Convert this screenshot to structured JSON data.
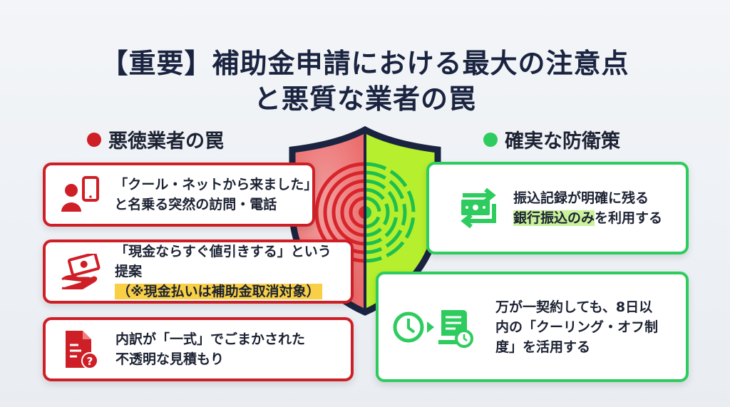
{
  "title": {
    "line1": "【重要】補助金申請における最大の注意点",
    "line2": "と悪質な業者の罠"
  },
  "left": {
    "heading": "悪徳業者の罠",
    "color": "#cf1f26",
    "cards": [
      {
        "icon": "person-phone-icon",
        "line1": "「クール・ネットから来ました」",
        "line2": "と名乗る突然の訪問・電話"
      },
      {
        "icon": "cash-hand-icon",
        "line1": "「現金ならすぐ値引きする」という",
        "line2": "提案",
        "highlight": "（※現金払いは補助金取消対象）"
      },
      {
        "icon": "document-question-icon",
        "line1": "内訳が「一式」でごまかされた",
        "line2": "不透明な見積もり"
      }
    ]
  },
  "right": {
    "heading": "確実な防衛策",
    "color": "#2ecc5e",
    "cards": [
      {
        "icon": "bank-transfer-icon",
        "line1": "振込記録が明確に残る",
        "highlight": "銀行振込のみ",
        "line2_rest": "を利用する"
      },
      {
        "icon": "clock-contract-icon",
        "line1": "万が一契約しても、8日以",
        "line2": "内の「クーリング・オフ制",
        "line3": "度」を活用する"
      }
    ]
  }
}
